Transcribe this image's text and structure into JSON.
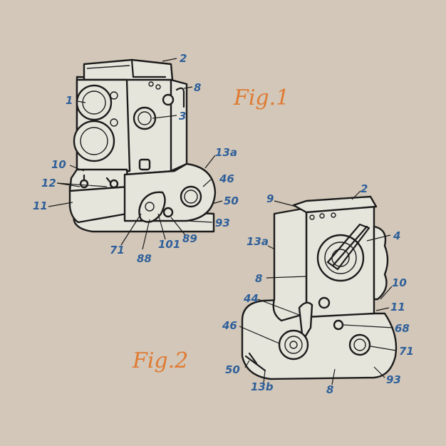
{
  "fig1": {
    "title": "Fig.1",
    "labels": {
      "l1": "1",
      "l2": "2",
      "l3": "3",
      "l8": "8",
      "l10": "10",
      "l11": "11",
      "l12": "12",
      "l13a": "13a",
      "l46": "46",
      "l50": "50",
      "l71": "71",
      "l88": "88",
      "l89": "89",
      "l93": "93",
      "l101": "101"
    }
  },
  "fig2": {
    "title": "Fig.2",
    "labels": {
      "l2": "2",
      "l4": "4",
      "l8a": "8",
      "l8b": "8",
      "l9": "9",
      "l10": "10",
      "l11": "11",
      "l13a": "13a",
      "l13b": "13b",
      "l44": "44",
      "l46": "46",
      "l50": "50",
      "l68": "68",
      "l71": "71",
      "l93": "93"
    }
  },
  "colors": {
    "background": "#d2c7b8",
    "labels": "#2f5f9a",
    "titles": "#e07a32",
    "body": "#e6e5dc"
  }
}
